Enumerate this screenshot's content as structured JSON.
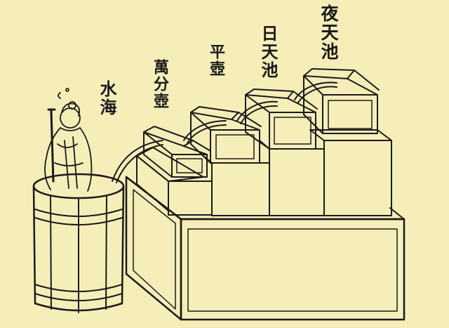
{
  "labels": {
    "ye_tian_chi": "夜天池",
    "ri_tian_chi": "日天池",
    "ping_hu": "平壺",
    "wan_fen_hu": "萬分壺",
    "shui_hai": "水海"
  },
  "colors": {
    "paper": "#f6eeb9",
    "ink": "#1a1a1a"
  }
}
